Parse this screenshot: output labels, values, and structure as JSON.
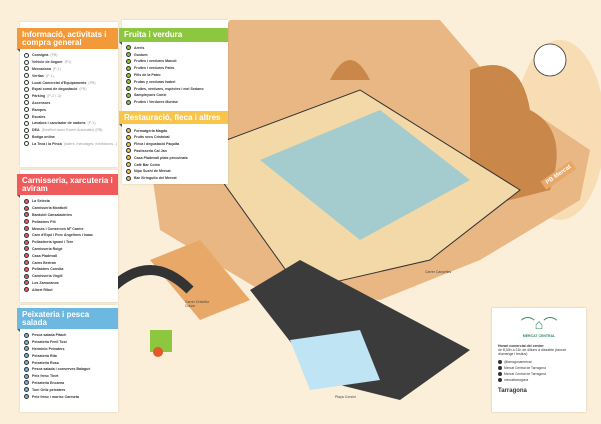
{
  "info": {
    "title": "Informació, activitats i compra general",
    "color": "#f29a3a",
    "items": [
      {
        "label": "Consigna",
        "extra": "(PB)"
      },
      {
        "label": "Vehicle de lloguer",
        "extra": "(P1)"
      },
      {
        "label": "Mercadona",
        "extra": "(P-1)"
      },
      {
        "label": "Veritas",
        "extra": "(P-1)"
      },
      {
        "label": "Local Comercial d'Equipaments",
        "extra": "(PB)"
      },
      {
        "label": "Espai comú de degustació",
        "extra": "(PB)"
      },
      {
        "label": "Pàrking",
        "extra": "(P-2 i -3)"
      },
      {
        "label": "Ascensors",
        "extra": ""
      },
      {
        "label": "Rampes",
        "extra": ""
      },
      {
        "label": "Escales",
        "extra": ""
      },
      {
        "label": "Lavabos i canviador de nadons",
        "extra": "(P-1)"
      },
      {
        "label": "DEA",
        "extra": "(Desfibril·lador Extern Automàtic) (PB)"
      },
      {
        "label": "Botiga online",
        "extra": ""
      },
      {
        "label": "La Teca i la Pinca",
        "extra": "(tallers, mercatges, exhibicions...)"
      }
    ]
  },
  "meat": {
    "title": "Carnisseria, xarcuteria i aviram",
    "color": "#ef5b5b",
    "items": [
      {
        "label": "La Selecta"
      },
      {
        "label": "Carnisseria Montbell"
      },
      {
        "label": "Bardolet Cansaladeries"
      },
      {
        "label": "Pollastres Pili"
      },
      {
        "label": "Menuts i Conserves Mª Carme"
      },
      {
        "label": "Carn d'Equí i Porc Angelines i Isaac"
      },
      {
        "label": "Pollastreria Ignasi i Tere"
      },
      {
        "label": "Carnisseria Roigé"
      },
      {
        "label": "Casa Pladevall"
      },
      {
        "label": "Carns Bertran"
      },
      {
        "label": "Pollastres Consita"
      },
      {
        "label": "Carnisseria Virgili"
      },
      {
        "label": "Los Zamoranos"
      },
      {
        "label": "Albert Ribot"
      }
    ]
  },
  "fish": {
    "title": "Peixateria i pesca salada",
    "color": "#6cb8e0",
    "items": [
      {
        "label": "Pesca salada Pitach"
      },
      {
        "label": "Peixateria Fenll Tost"
      },
      {
        "label": "Hermínio Peixaters"
      },
      {
        "label": "Peixateria Rita"
      },
      {
        "label": "Peixateria Rosa"
      },
      {
        "label": "Pesca salada i conserves Balagué"
      },
      {
        "label": "Peix fresc Tinet"
      },
      {
        "label": "Peixateria Encarna"
      },
      {
        "label": "Toni Ortiz peixaters"
      },
      {
        "label": "Peix fresc i marisc Carmeta"
      }
    ]
  },
  "fruit": {
    "title": "Fruita i verdura",
    "color": "#8dc63f",
    "items": [
      {
        "label": "Arrels"
      },
      {
        "label": "Gustum"
      },
      {
        "label": "Fruites i verdures Manoli"
      },
      {
        "label": "Fruites i verdures Patro"
      },
      {
        "label": "Fills de la Patro"
      },
      {
        "label": "Frutas y verduras Isabel"
      },
      {
        "label": "Fruites, verdures, espècies i mel Sedano"
      },
      {
        "label": "Sampinyons Conxi"
      },
      {
        "label": "Fruites i Verdures Montse"
      }
    ]
  },
  "rest": {
    "title": "Restauració, fleca i altres",
    "color": "#f8c44a",
    "items": [
      {
        "label": "Formatgeria Magda"
      },
      {
        "label": "Fruits secs Cristobal"
      },
      {
        "label": "Fleca i degustació Paquita"
      },
      {
        "label": "Pastisseria Cal Jan"
      },
      {
        "label": "Casa Pladevall plats precuinats"
      },
      {
        "label": "Cafè Bar Colón"
      },
      {
        "label": "Nipo Sushi de Mercat"
      },
      {
        "label": "Bar Xiringuito del Mercat"
      }
    ]
  },
  "map": {
    "floor_label": "PB Mercat",
    "street1": "Carrer Cristòfor Colom",
    "street2": "Plaça Corsini",
    "street3": "Carrer Canyelles"
  },
  "card": {
    "logo": "MERCAT CENTRAL",
    "hours_title": "Horari comercial del centre:",
    "hours": "de 8,30h a 21h de dilluns a dissabte (tancat diumenge i festius)",
    "social": [
      "@tarragonamercat",
      "Mercat Central de Tarragona",
      "Mercat Central de Tarragona",
      "mercattarragona"
    ],
    "sponsor": "Tarragona"
  }
}
